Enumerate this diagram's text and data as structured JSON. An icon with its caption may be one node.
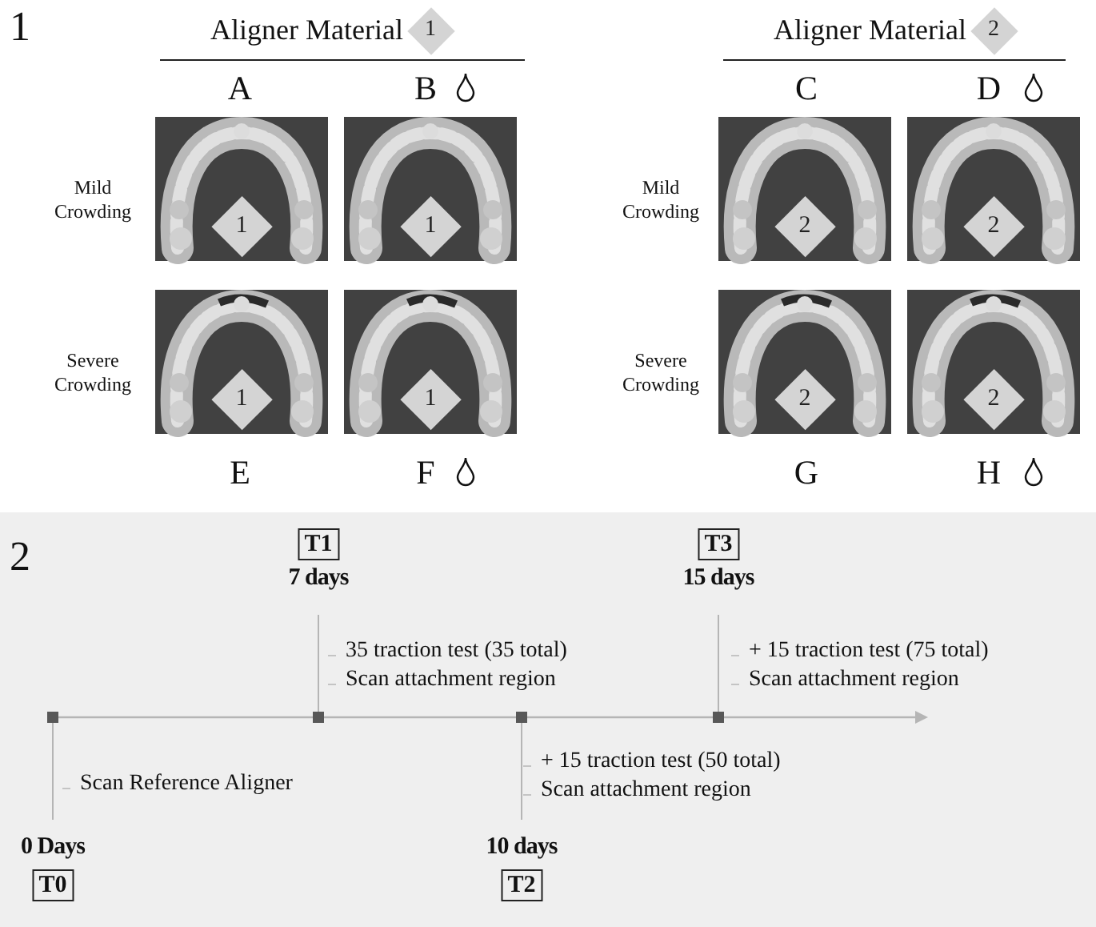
{
  "diagram": {
    "nodes": [
      {
        "text": [
          "1"
        ],
        "beside": [
          "Aligner Material"
        ]
      },
      {
        "text": [
          "2"
        ],
        "beside": [
          "Aligner Material"
        ]
      },
      {
        "text": [
          "1"
        ]
      },
      {
        "text": [
          "1"
        ]
      },
      {
        "text": [
          "2"
        ]
      },
      {
        "text": [
          "2"
        ]
      },
      {
        "text": [
          "1"
        ]
      },
      {
        "text": [
          "1"
        ]
      },
      {
        "text": [
          "2"
        ]
      },
      {
        "text": [
          "2"
        ]
      },
      {
        "text": [
          "T1"
        ],
        "beside": [
          "7 days"
        ]
      },
      {
        "text": [
          "T3"
        ],
        "beside": [
          "15 days"
        ]
      },
      {
        "text": [
          "T0"
        ],
        "beside": [
          "0 Days"
        ]
      },
      {
        "text": [
          "T2"
        ],
        "beside": [
          "10 days"
        ]
      }
    ],
    "labels": [
      "1",
      "A",
      "B",
      "C",
      "D",
      "Mild Crowding",
      "Mild Crowding",
      "Severe Crowding",
      "Severe Crowding",
      "E",
      "F",
      "G",
      "H",
      "2",
      "35 traction test (35 total)",
      "Scan attachment region",
      "+ 15 traction test (75 total)",
      "Scan attachment region",
      "Scan Reference Aligner",
      "+ 15 traction test (50 total)",
      "Scan attachment region"
    ]
  }
}
